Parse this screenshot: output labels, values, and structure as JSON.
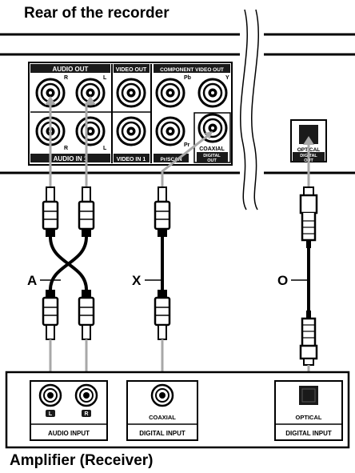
{
  "titles": {
    "recorder": "Rear of the recorder",
    "amplifier": "Amplifier (Receiver)"
  },
  "recorder_panel": {
    "audio_out": "AUDIO OUT",
    "video_out": "VIDEO OUT",
    "component_video_out": "COMPONENT VIDEO OUT",
    "audio_in": "AUDIO IN 1",
    "video_in": "VIDEO IN 1",
    "pr_scan": "Pr/SCAN",
    "pb": "Pb",
    "pr": "Pr",
    "y": "Y",
    "r": "R",
    "l": "L",
    "coaxial_digital_out": [
      "COAXIAL",
      "DIGITAL",
      "OUT"
    ],
    "optical_digital_out": [
      "OPTICAL",
      "DIGITAL",
      "OUT"
    ]
  },
  "cables": {
    "analog": "A",
    "coaxial": "X",
    "optical": "O"
  },
  "amplifier_panel": {
    "audio_input": "AUDIO INPUT",
    "digital_input_coax": "DIGITAL INPUT",
    "digital_input_optical": "DIGITAL INPUT",
    "coaxial": "COAXIAL",
    "optical": "OPTICAL",
    "l": "L",
    "r": "R"
  },
  "colors": {
    "arrow": "#a8a8a8",
    "panel_dark": "#1a1a1a"
  }
}
